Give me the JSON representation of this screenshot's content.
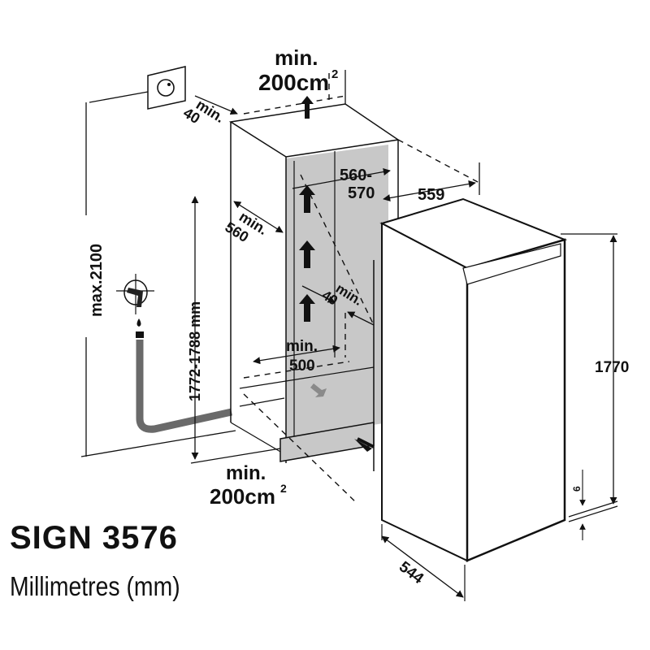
{
  "title": "SIGN 3576",
  "subtitle": "Millimetres (mm)",
  "colors": {
    "line": "#111111",
    "niche_fill": "#c8c8c8",
    "hose": "#6a6a6a",
    "arrow_grey": "#8a8a8a"
  },
  "icons": [
    "power-socket-icon",
    "water-tap-icon",
    "airflow-arrow-icon"
  ],
  "dimensions": {
    "top_vent": {
      "line1": "min.",
      "line2": "200cm",
      "sup": "2"
    },
    "bottom_vent": {
      "line1": "min.",
      "line2": "200cm",
      "sup": "2"
    },
    "socket_gap": {
      "line1": "min.",
      "line2": "40"
    },
    "niche_depth": {
      "line1": "min.",
      "line2": "560"
    },
    "niche_width": {
      "line1": "560-",
      "line2": "570"
    },
    "appliance_width": "559",
    "rear_gap": {
      "line1": "min.",
      "line2": "40"
    },
    "depth_min": {
      "line1": "min.",
      "line2": "500"
    },
    "max_height": "max.2100",
    "niche_height": "1772-1788 mm",
    "appliance_height": "1770",
    "bottom_gap": "6",
    "appliance_depth": "544"
  }
}
